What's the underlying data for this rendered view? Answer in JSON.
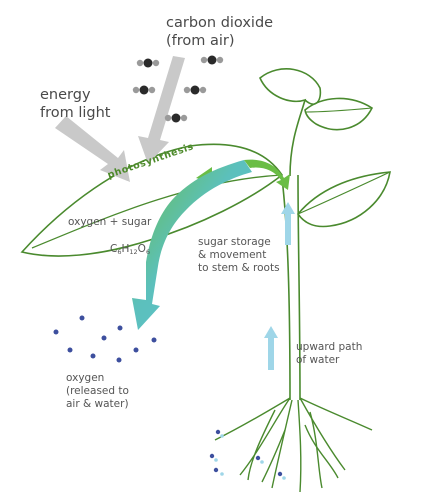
{
  "labels": {
    "co2": "carbon dioxide\n(from air)",
    "energy": "energy\nfrom light",
    "photosynthesis": "photosynthesis",
    "oxygen_sugar": "oxygen + sugar",
    "formula": {
      "c": "C",
      "c_n": "6",
      "h": "H",
      "h_n": "12",
      "o": "O",
      "o_n": "6"
    },
    "sugar_storage": "sugar storage\n&  movement\nto stem & roots",
    "oxygen_released": "oxygen\n(released to\nair & water)",
    "upward_path": "upward path\nof water"
  },
  "colors": {
    "plant_outline": "#4a8a2e",
    "light_arrow": "#c9c9c9",
    "green_arrow": "#6abd45",
    "blue_arrow": "#5bc4d6",
    "water_arrow": "#9fd6e8",
    "oxygen_dot": "#3d4f9e",
    "co2_carbon": "#2a2a2a",
    "co2_oxygen": "#9a9a9a"
  }
}
